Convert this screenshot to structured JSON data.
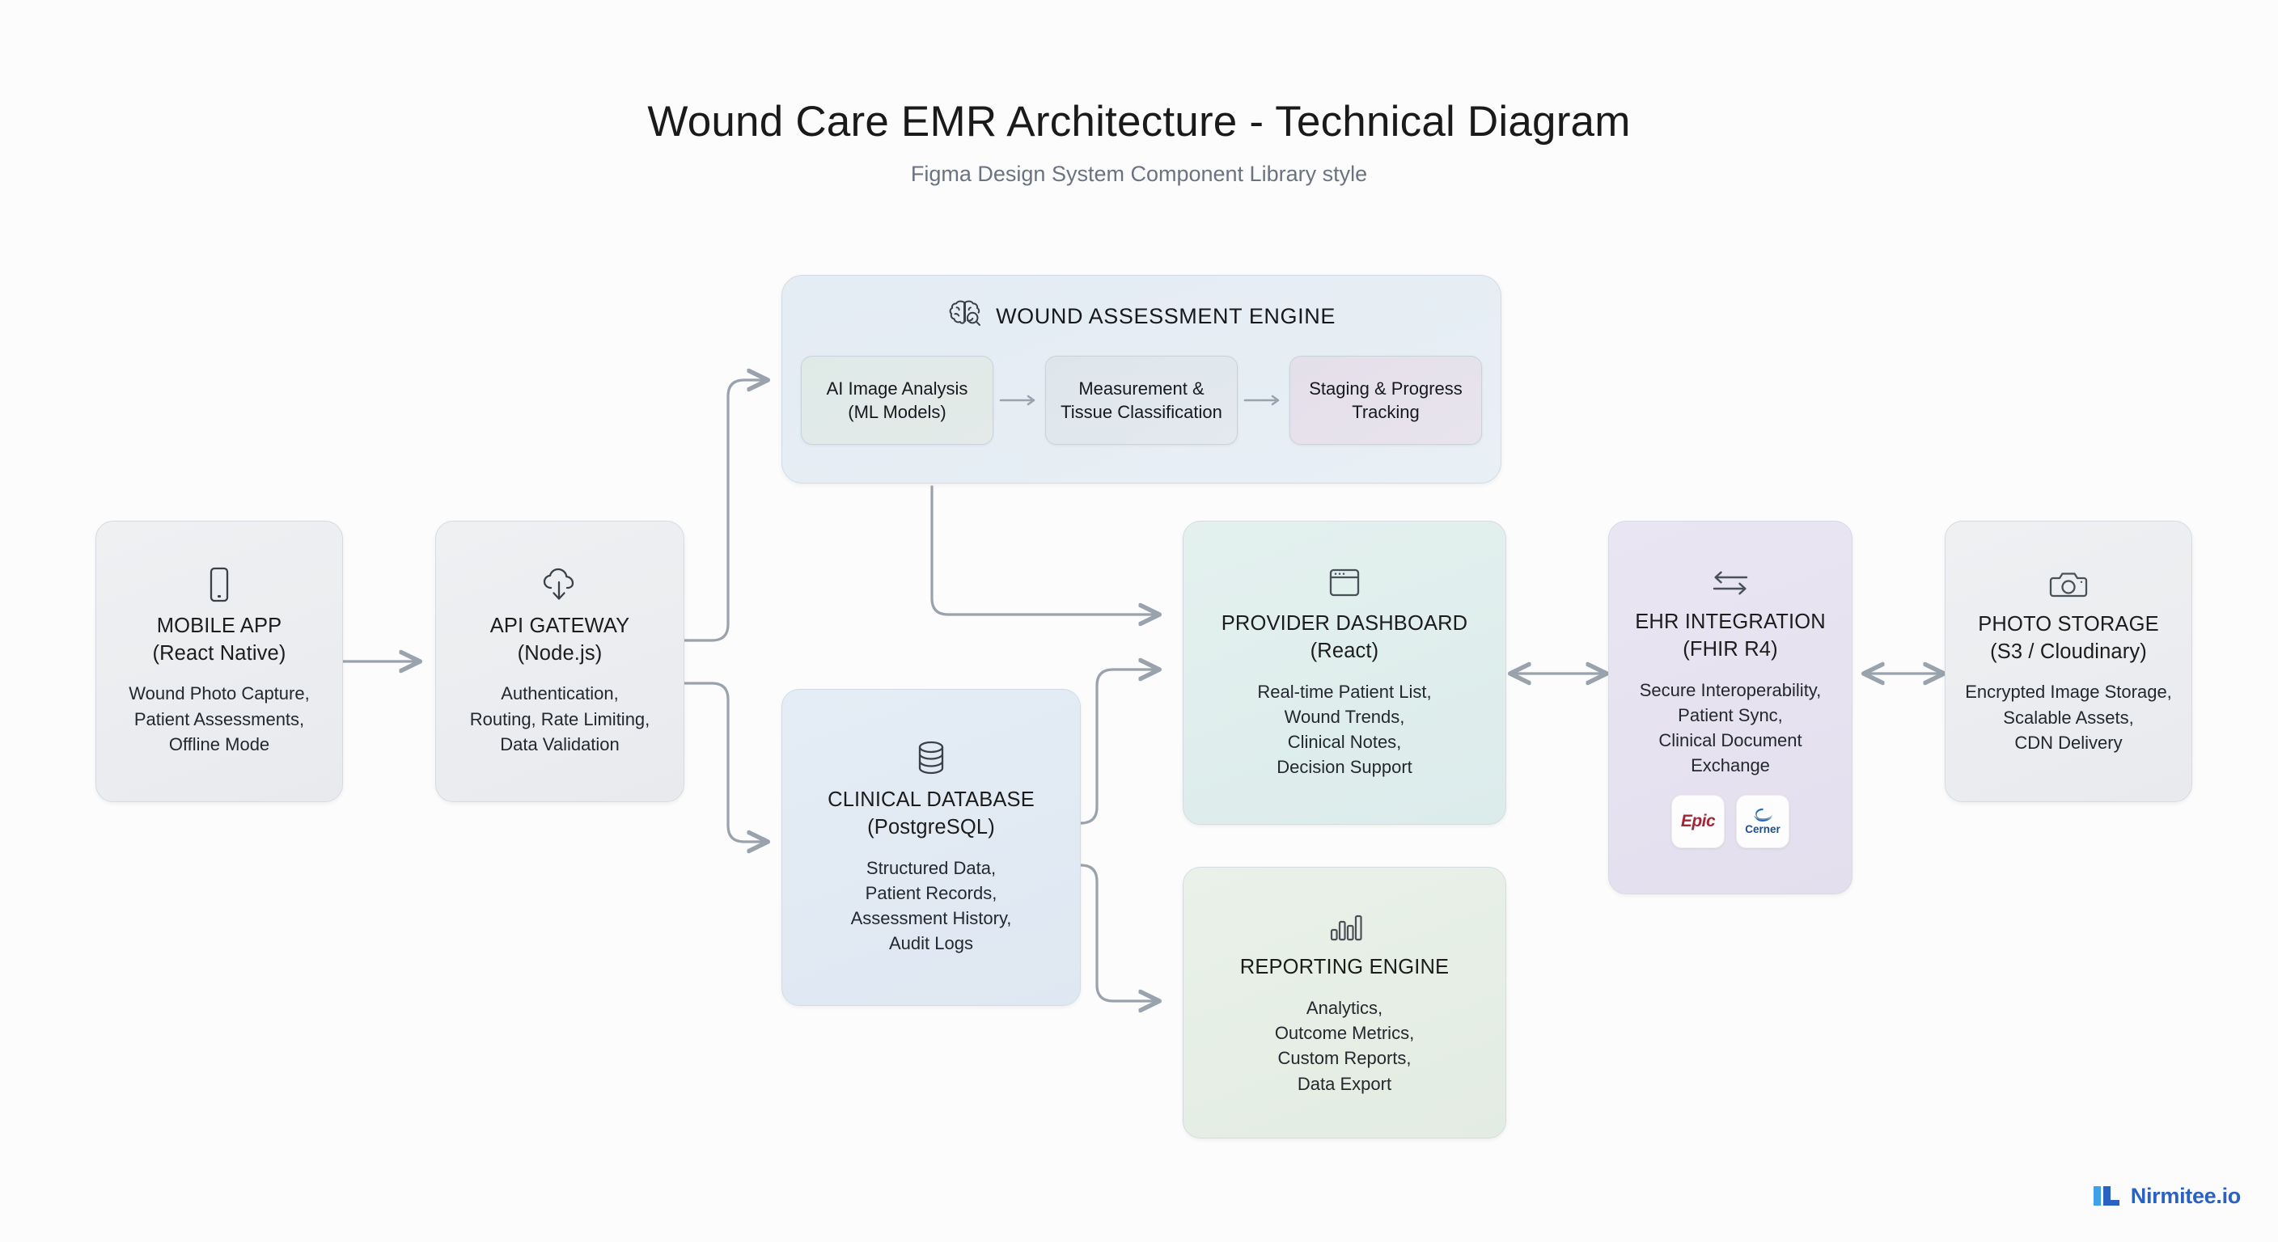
{
  "header": {
    "title": "Wound Care EMR Architecture - Technical Diagram",
    "subtitle": "Figma Design System Component Library style"
  },
  "colors": {
    "background": "#fcfcfc",
    "node_border": "#d6dbe2",
    "connector": "#9aa3ad",
    "grey_node": "#eceef1",
    "blue_node": "#e2eaf3",
    "mint_node": "#e0efed",
    "green_node": "#e6efe6",
    "lavender_node": "#e6e2f0",
    "engine_panel": "#e4ecf4",
    "epic_red": "#a32638",
    "cerner_blue": "#1c4f8f",
    "brand_blue": "#2a62c4",
    "brand_light_blue": "#3fa2e8"
  },
  "engine": {
    "label": "WOUND ASSESSMENT ENGINE",
    "icon": "brain-search-icon",
    "steps": [
      {
        "id": "ai-image-analysis",
        "label": "AI Image Analysis\n(ML Models)",
        "fill": "#dde8e6"
      },
      {
        "id": "measurement-tissue-classification",
        "label": "Measurement &\nTissue Classification",
        "fill": "#dde5ea"
      },
      {
        "id": "staging-progress-tracking",
        "label": "Staging & Progress\nTracking",
        "fill": "#e3dee8"
      }
    ]
  },
  "nodes": [
    {
      "id": "mobile-app",
      "icon": "mobile-phone-icon",
      "title": "MOBILE APP\n(React Native)",
      "desc": "Wound Photo Capture,\nPatient Assessments,\nOffline Mode",
      "fill": "#eceef1"
    },
    {
      "id": "api-gateway",
      "icon": "cloud-download-icon",
      "title": "API GATEWAY\n(Node.js)",
      "desc": "Authentication,\nRouting, Rate Limiting,\nData Validation",
      "fill": "#eceef1"
    },
    {
      "id": "clinical-database",
      "icon": "database-icon",
      "title": "CLINICAL DATABASE\n(PostgreSQL)",
      "desc": "Structured Data,\nPatient Records,\nAssessment History,\nAudit Logs",
      "fill": "#e2eaf3"
    },
    {
      "id": "provider-dashboard",
      "icon": "browser-window-icon",
      "title": "PROVIDER DASHBOARD\n(React)",
      "desc": "Real-time Patient List,\nWound Trends,\nClinical Notes,\nDecision Support",
      "fill": "#e0efed"
    },
    {
      "id": "reporting-engine",
      "icon": "bar-chart-icon",
      "title": "REPORTING ENGINE",
      "desc": "Analytics,\nOutcome Metrics,\nCustom Reports,\nData Export",
      "fill": "#e6efe6"
    },
    {
      "id": "ehr-integration",
      "icon": "exchange-arrows-icon",
      "title": "EHR INTEGRATION\n(FHIR R4)",
      "desc": "Secure Interoperability,\nPatient Sync,\nClinical Document\nExchange",
      "fill": "#e6e2f0",
      "logos": [
        "Epic",
        "Cerner"
      ]
    },
    {
      "id": "photo-storage",
      "icon": "camera-icon",
      "title": "PHOTO STORAGE\n(S3 / Cloudinary)",
      "desc": "Encrypted Image Storage,\nScalable Assets,\nCDN Delivery",
      "fill": "#eceef1"
    }
  ],
  "watermark": {
    "text": "Nirmitee.io",
    "icon": "nirmitee-logo-icon"
  }
}
